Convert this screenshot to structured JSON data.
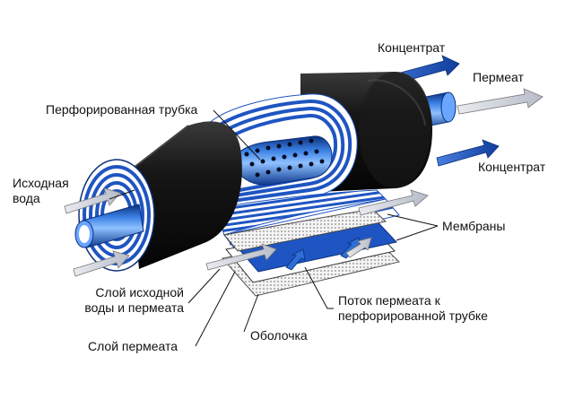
{
  "labels": {
    "concentrate_top": "Концентрат",
    "permeate_out": "Пермеат",
    "concentrate_right": "Концентрат",
    "perforated_tube": "Перфорированная трубка",
    "feed_water_1": "Исходная",
    "feed_water_2": "вода",
    "membranes": "Мембраны",
    "feed_permeate_layer_1": "Слой исходной",
    "feed_permeate_layer_2": "воды и пермеата",
    "permeate_flow_1": "Поток пермеата к",
    "permeate_flow_2": "перфорированной трубке",
    "permeate_layer": "Слой пермеата",
    "shell": "Оболочка"
  },
  "colors": {
    "shell_black": "#141414",
    "blue": "#1f55c2",
    "dark_blue": "#0e3b93",
    "arrow_grey": "#c9cdd6",
    "tube_blue": "#2d6fd6"
  }
}
